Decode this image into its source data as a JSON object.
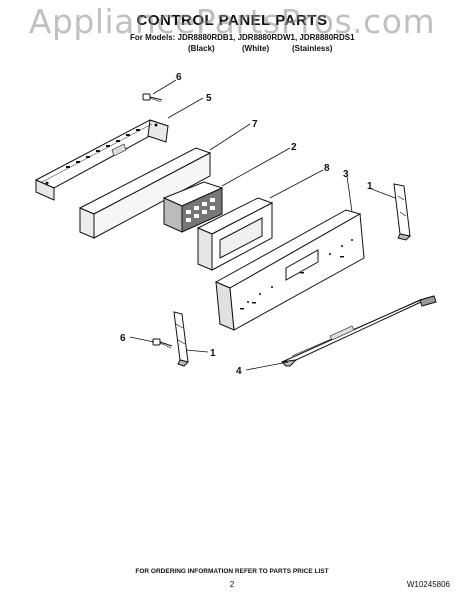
{
  "watermark": "AppliancePartsPros.com",
  "title": "CONTROL PANEL PARTS",
  "models_line": "For Models: JDR8880RDB1, JDR8880RDW1, JDR8880RDS1",
  "finishes": [
    "(Black)",
    "(White)",
    "(Stainless)"
  ],
  "callouts": [
    "6",
    "5",
    "7",
    "2",
    "8",
    "3",
    "1",
    "6",
    "1",
    "4"
  ],
  "footer": "FOR ORDERING INFORMATION REFER TO PARTS PRICE LIST",
  "page_number": "2",
  "document_number": "W10245806"
}
